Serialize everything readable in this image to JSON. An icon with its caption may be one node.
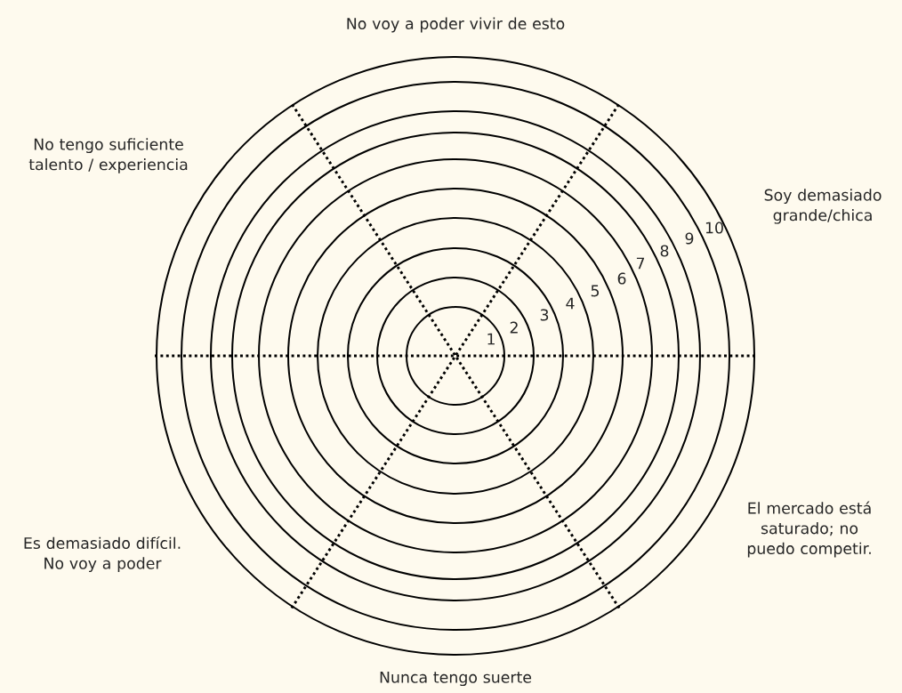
{
  "diagram": {
    "labels": [
      "No voy a poder vivir de esto",
      "No tengo suficiente talento / experiencia",
      "Soy demasiado grande/chica",
      "El mercado está saturado; no puedo competir.",
      "Es demasiado difícil. No voy a poder",
      "Nunca tengo suerte",
      "1",
      "2",
      "3",
      "4",
      "5",
      "6",
      "7",
      "8",
      "9",
      "10"
    ]
  }
}
